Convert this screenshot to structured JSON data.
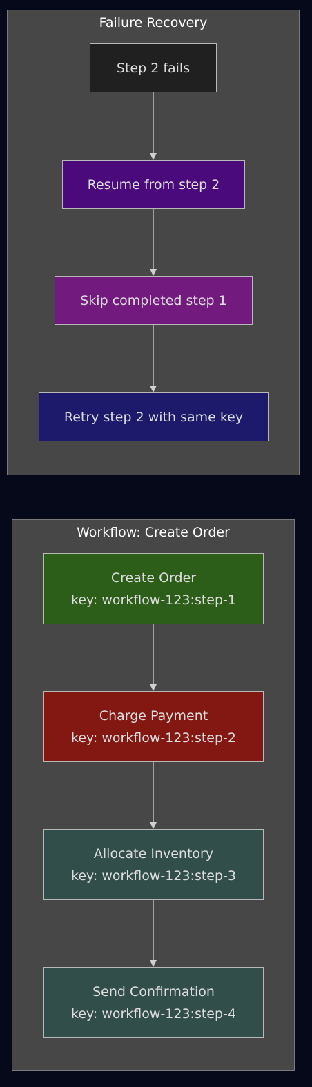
{
  "colors": {
    "background": "#05091a",
    "cluster_fill": "#474747",
    "edge": "#d0d0d0"
  },
  "failure_recovery": {
    "title": "Failure Recovery",
    "nodes": [
      {
        "label": "Step 2 fails",
        "fill": "#202020"
      },
      {
        "label": "Resume from step 2",
        "fill": "#4a0a7c"
      },
      {
        "label": "Skip completed step 1",
        "fill": "#731a7e"
      },
      {
        "label": "Retry step 2 with same key",
        "fill": "#1d1a6c"
      }
    ]
  },
  "workflow": {
    "title": "Workflow: Create Order",
    "nodes": [
      {
        "label": "Create Order",
        "key": "key: workflow-123:step-1",
        "fill": "#2c5e19"
      },
      {
        "label": "Charge Payment",
        "key": "key: workflow-123:step-2",
        "fill": "#831711"
      },
      {
        "label": "Allocate Inventory",
        "key": "key: workflow-123:step-3",
        "fill": "#324e4b"
      },
      {
        "label": "Send Confirmation",
        "key": "key: workflow-123:step-4",
        "fill": "#324e4b"
      }
    ]
  }
}
